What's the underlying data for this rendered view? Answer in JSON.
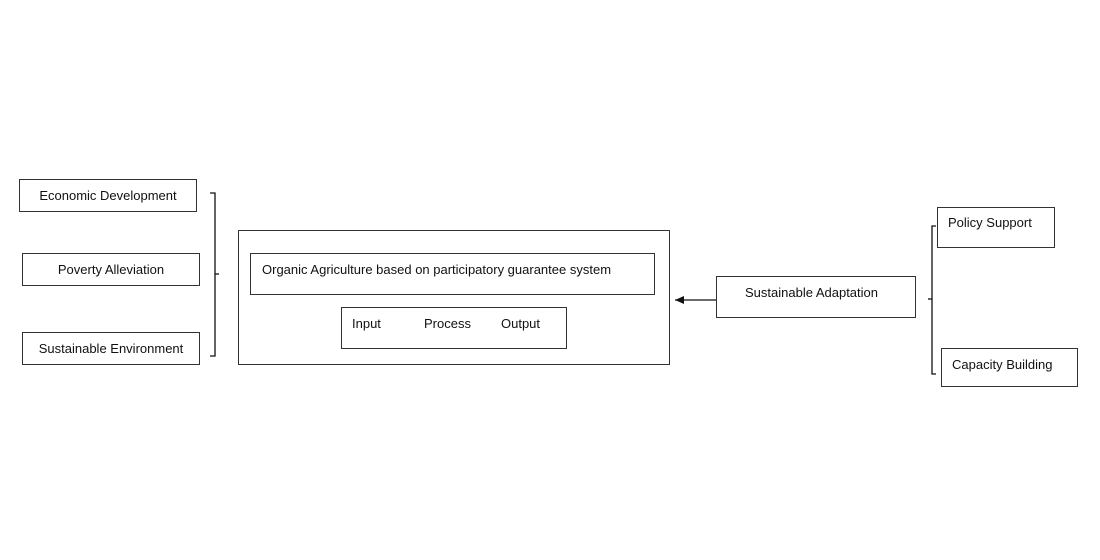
{
  "left_factors": [
    {
      "label": "Economic Development"
    },
    {
      "label": "Poverty Alleviation"
    },
    {
      "label": "Sustainable Environment"
    }
  ],
  "central": {
    "title": "Organic Agriculture based on participatory guarantee system",
    "steps": [
      "Input",
      "Process",
      "Output"
    ]
  },
  "adaptation": {
    "label": "Sustainable Adaptation"
  },
  "right_factors": [
    {
      "label": "Policy Support"
    },
    {
      "label": "Capacity Building"
    }
  ]
}
